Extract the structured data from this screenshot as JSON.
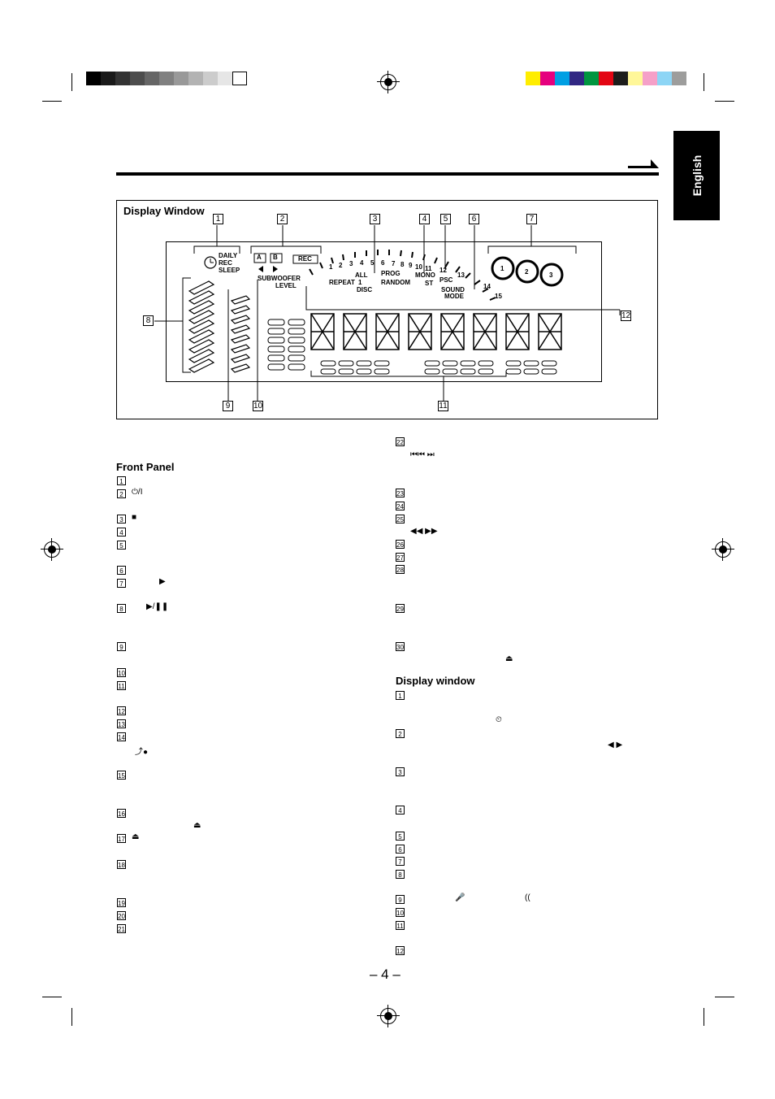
{
  "tab": {
    "label": "English"
  },
  "display_box": {
    "title": "Display Window",
    "callouts_top": [
      "1",
      "2",
      "3",
      "4",
      "5",
      "6",
      "7"
    ],
    "callout_left": "8",
    "callouts_bottom": [
      "9",
      "10",
      "11"
    ],
    "callout_right": "12",
    "lcd": {
      "timer": [
        "DAILY",
        "REC",
        "SLEEP"
      ],
      "tape": [
        "A",
        "B",
        "REC"
      ],
      "repeat": [
        "ALL",
        "REPEAT",
        "1",
        "DISC"
      ],
      "prog": [
        "PROG",
        "RANDOM"
      ],
      "tuner": [
        "MONO",
        "ST"
      ],
      "psc": "PSC",
      "sound": [
        "SOUND",
        "MODE"
      ],
      "subwoofer": [
        "SUBWOOFER",
        "LEVEL"
      ],
      "discs": [
        "1",
        "2",
        "3"
      ],
      "track_numbers": [
        "1",
        "2",
        "3",
        "4",
        "5",
        "6",
        "7",
        "8",
        "9",
        "10",
        "11",
        "12",
        "13",
        "14",
        "15"
      ]
    }
  },
  "front_panel": {
    "heading": "Front Panel",
    "numbers": [
      "1",
      "2",
      "3",
      "4",
      "5",
      "6",
      "7",
      "8",
      "9",
      "10",
      "11",
      "12",
      "13",
      "14",
      "15",
      "16",
      "17",
      "18",
      "19",
      "20",
      "21"
    ]
  },
  "right_col": {
    "numbers": [
      "22",
      "23",
      "24",
      "25",
      "26",
      "27",
      "28",
      "29",
      "30"
    ],
    "symbols": {
      "skip": "⏮⏮  ⏭",
      "search": "◀◀  ▶▶",
      "eject": "⏏"
    }
  },
  "display_window_list": {
    "heading": "Display window",
    "numbers": [
      "1",
      "2",
      "3",
      "4",
      "5",
      "6",
      "7",
      "8",
      "9",
      "10",
      "11",
      "12"
    ]
  },
  "page_number": "– 4 –"
}
